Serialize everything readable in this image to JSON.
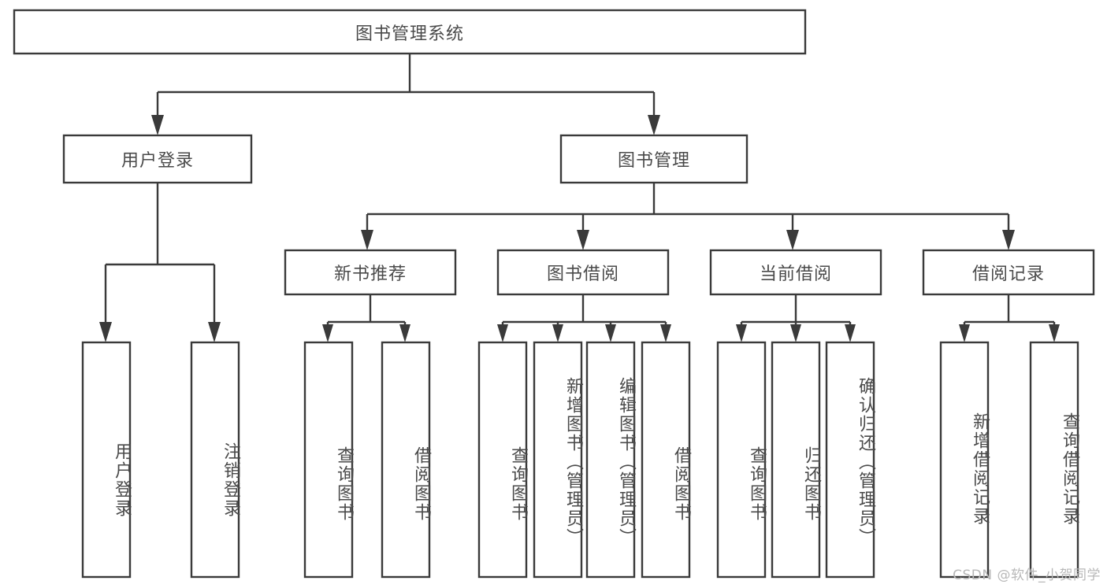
{
  "diagram": {
    "title": "图书管理系统",
    "type": "tree",
    "orientation": "top-down",
    "colors": {
      "box_fill": "#ffffff",
      "box_stroke": "#3a3a3a",
      "text": "#4a4a4a",
      "background": "#ffffff",
      "watermark": "#b8b8b8"
    },
    "root": {
      "label": "图书管理系统",
      "children": [
        {
          "label": "用户登录",
          "children": [
            {
              "label": "用户登录"
            },
            {
              "label": "注销登录"
            }
          ]
        },
        {
          "label": "图书管理",
          "children": [
            {
              "label": "新书推荐",
              "children": [
                {
                  "label": "查询图书"
                },
                {
                  "label": "借阅图书"
                }
              ]
            },
            {
              "label": "图书借阅",
              "children": [
                {
                  "label": "查询图书"
                },
                {
                  "label": "新增图书（管理员）"
                },
                {
                  "label": "编辑图书（管理员）"
                },
                {
                  "label": "借阅图书"
                }
              ]
            },
            {
              "label": "当前借阅",
              "children": [
                {
                  "label": "查询图书"
                },
                {
                  "label": "归还图书"
                },
                {
                  "label": "确认归还（管理员）"
                }
              ]
            },
            {
              "label": "借阅记录",
              "children": [
                {
                  "label": "新增借阅记录"
                },
                {
                  "label": "查询借阅记录"
                }
              ]
            }
          ]
        }
      ]
    }
  },
  "nodes": {
    "root": "图书管理系统",
    "user_login": "用户登录",
    "book_manage": "图书管理",
    "new_book_rec": "新书推荐",
    "book_borrow": "图书借阅",
    "current_borrow": "当前借阅",
    "borrow_record": "借阅记录",
    "leaf_user_login": "用户登录",
    "leaf_logout": "注销登录",
    "leaf_rec_query": "查询图书",
    "leaf_rec_borrow": "借阅图书",
    "leaf_borrow_query": "查询图书",
    "leaf_borrow_add": "新增图书（管理员）",
    "leaf_borrow_edit": "编辑图书（管理员）",
    "leaf_borrow_do": "借阅图书",
    "leaf_cur_query": "查询图书",
    "leaf_cur_return": "归还图书",
    "leaf_cur_confirm": "确认归还（管理员）",
    "leaf_rec_add": "新增借阅记录",
    "leaf_rec_query2": "查询借阅记录"
  },
  "watermark": {
    "text": "CSDN @软件_小贺同学"
  }
}
